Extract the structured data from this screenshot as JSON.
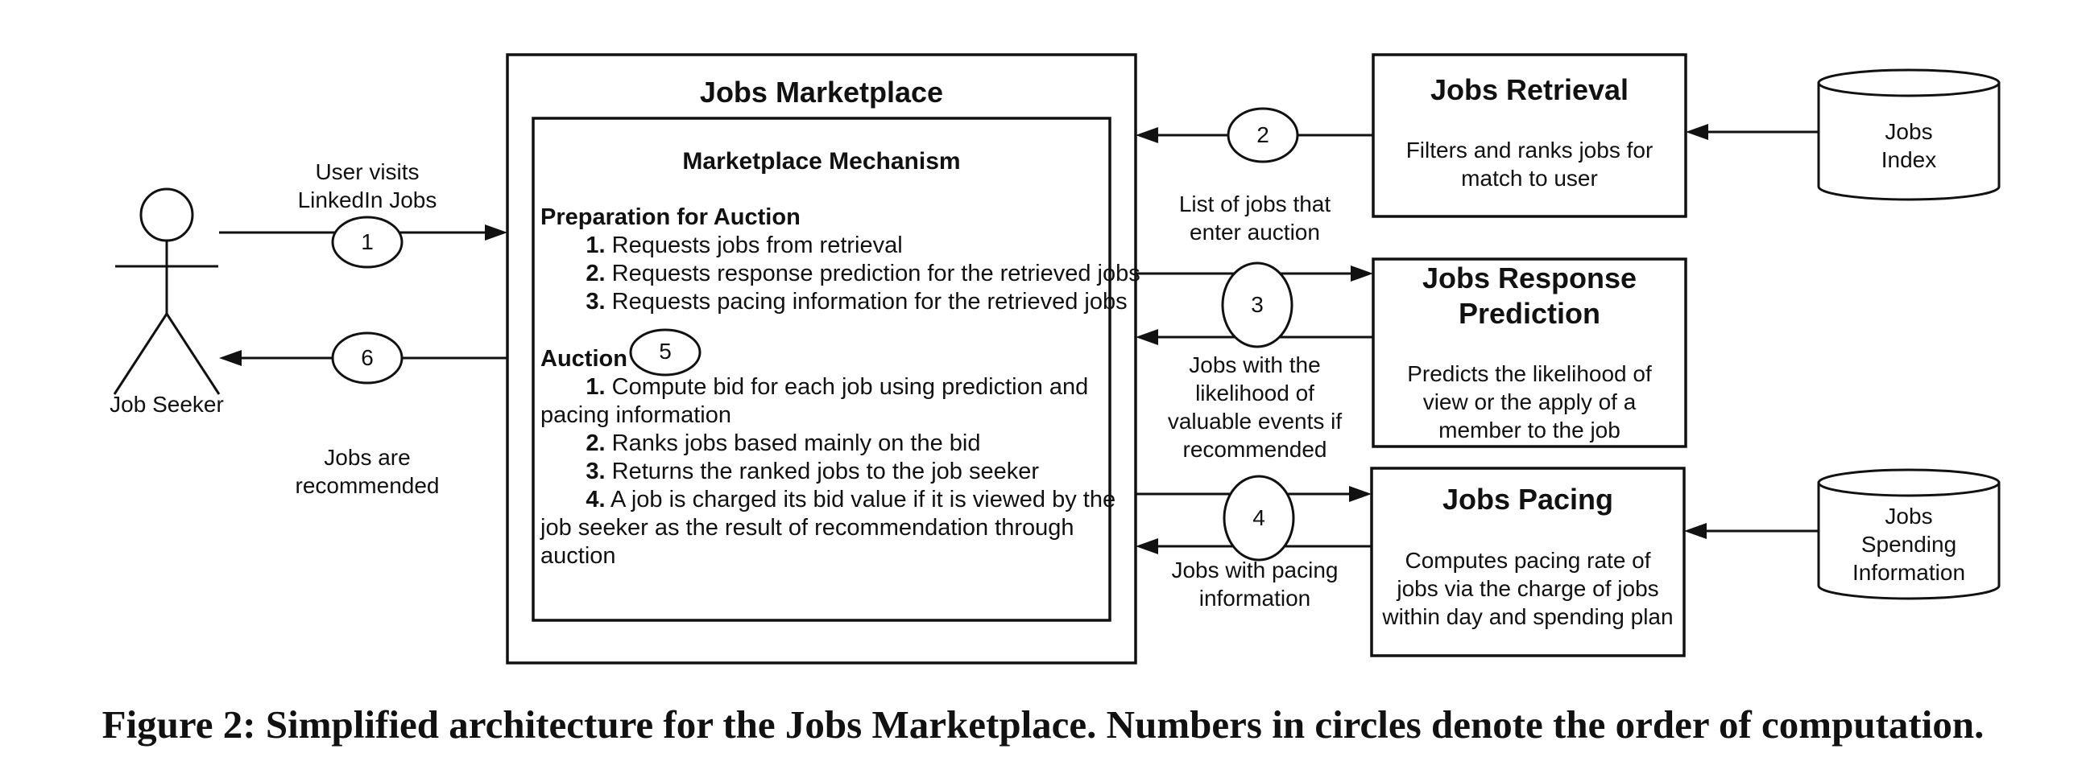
{
  "diagram": {
    "marketplace": {
      "title": "Jobs Marketplace",
      "mechanism_title": "Marketplace Mechanism",
      "prep_heading": "Preparation for Auction",
      "prep_items": [
        {
          "num": "1.",
          "text": " Requests jobs from retrieval"
        },
        {
          "num": "2.",
          "text": " Requests response prediction for the retrieved jobs"
        },
        {
          "num": "3.",
          "text": " Requests pacing information for the retrieved jobs"
        }
      ],
      "auction_heading": "Auction",
      "auction_items": [
        {
          "num": "1.",
          "lines": [
            " Compute bid for each job using prediction and",
            "pacing information"
          ]
        },
        {
          "num": "2.",
          "lines": [
            " Ranks jobs based mainly on the bid"
          ]
        },
        {
          "num": "3.",
          "lines": [
            " Returns the ranked jobs to the job seeker"
          ]
        },
        {
          "num": "4.",
          "lines": [
            " A job is charged its bid value if it is viewed by the",
            "job seeker as the result of recommendation through",
            "auction"
          ]
        }
      ]
    },
    "job_seeker": {
      "label": "Job Seeker"
    },
    "retrieval": {
      "title": "Jobs Retrieval",
      "desc_lines": [
        "Filters and ranks jobs for",
        "match to user"
      ]
    },
    "response": {
      "title_lines": [
        "Jobs Response",
        "Prediction"
      ],
      "desc_lines": [
        "Predicts the likelihood of",
        "view or the apply of a",
        "member to the job"
      ]
    },
    "pacing": {
      "title": "Jobs Pacing",
      "desc_lines": [
        "Computes pacing rate of",
        "jobs via the charge of jobs",
        "within day and spending plan"
      ]
    },
    "index_db": {
      "label_lines": [
        "Jobs",
        "Index"
      ]
    },
    "spending_db": {
      "label_lines": [
        "Jobs",
        "Spending",
        "Information"
      ]
    },
    "steps": [
      "1",
      "2",
      "3",
      "4",
      "5",
      "6"
    ],
    "labels": {
      "user_visits": [
        "User visits",
        "LinkedIn Jobs"
      ],
      "recommended": [
        "Jobs are",
        "recommended"
      ],
      "list_of_jobs": [
        "List of jobs that",
        "enter auction"
      ],
      "likelihood": [
        "Jobs with the",
        "likelihood of",
        "valuable events if",
        "recommended"
      ],
      "pacing_info": [
        "Jobs with pacing",
        "information"
      ]
    }
  },
  "caption": "Figure 2: Simplified architecture for the Jobs Marketplace. Numbers in circles denote the order of computation."
}
